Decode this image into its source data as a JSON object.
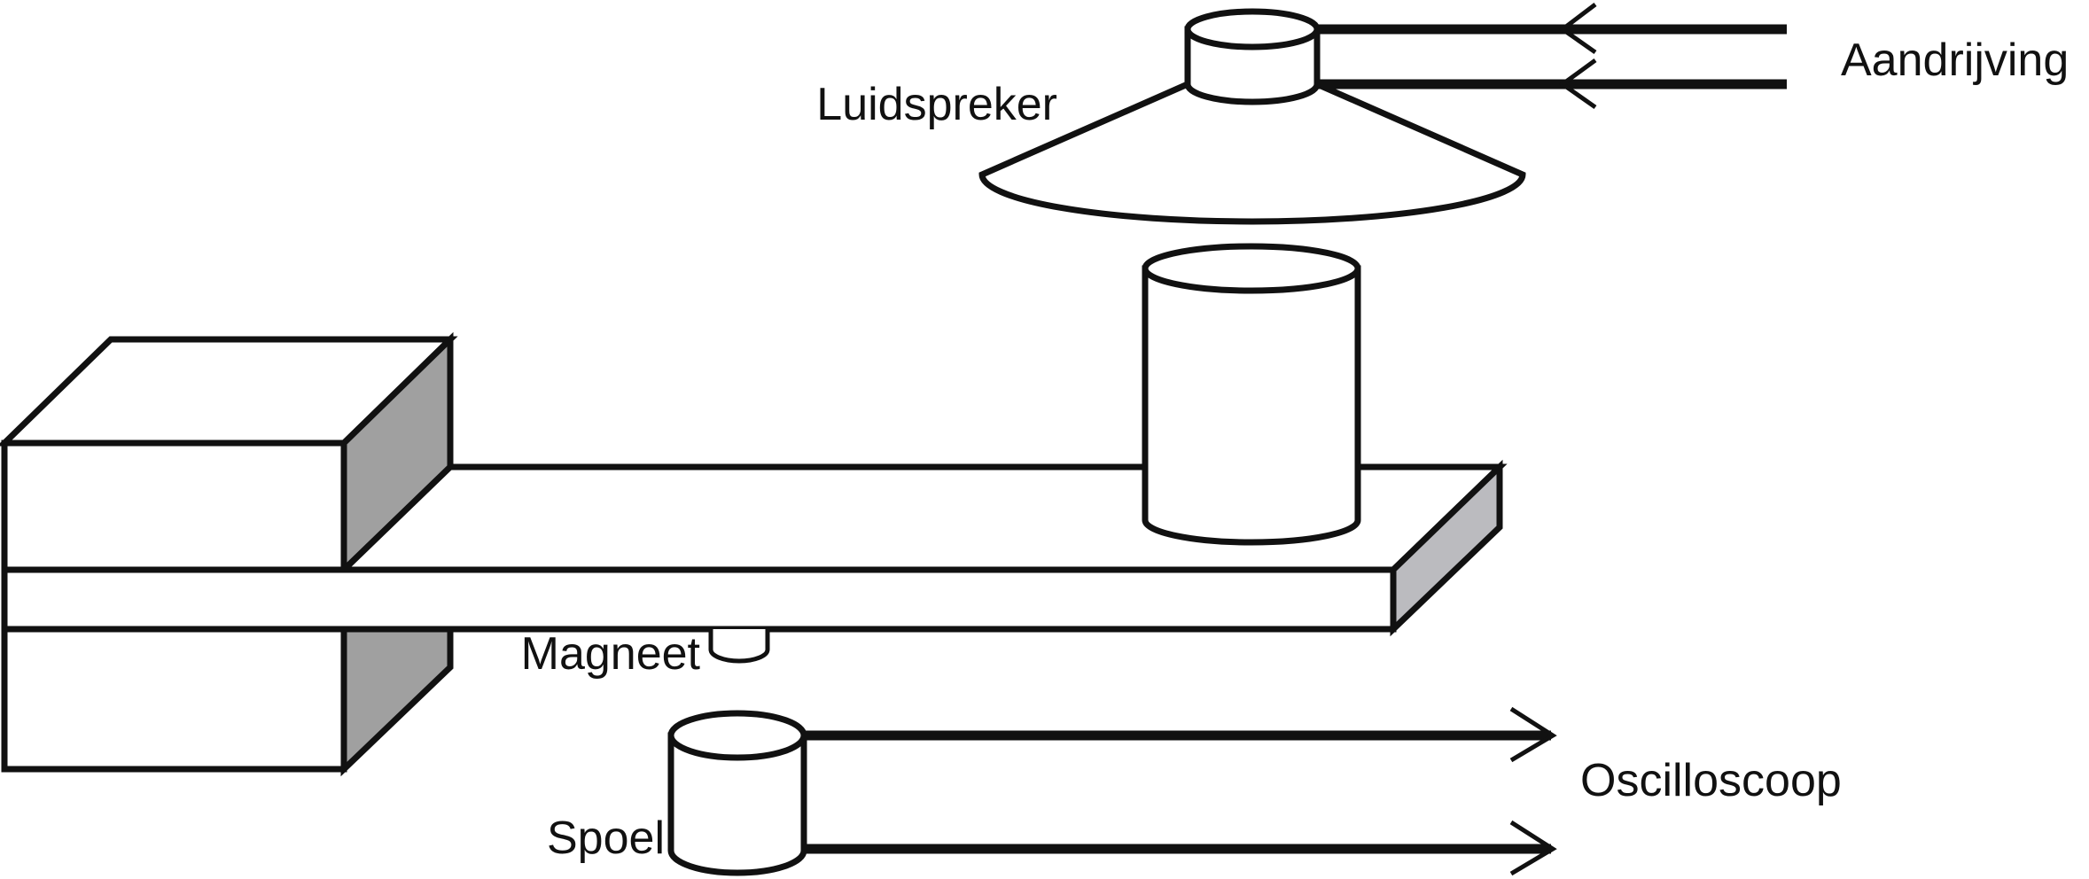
{
  "labels": {
    "speaker": "Luidspreker",
    "drive": "Aandrijving",
    "magnet": "Magneet",
    "coil": "Spoel",
    "oscilloscope": "Oscilloscoop"
  },
  "colors": {
    "stroke": "#111111",
    "fill": "#ffffff",
    "clamp_side": "#a0a0a0",
    "beam_end": "#bbbbbf"
  }
}
